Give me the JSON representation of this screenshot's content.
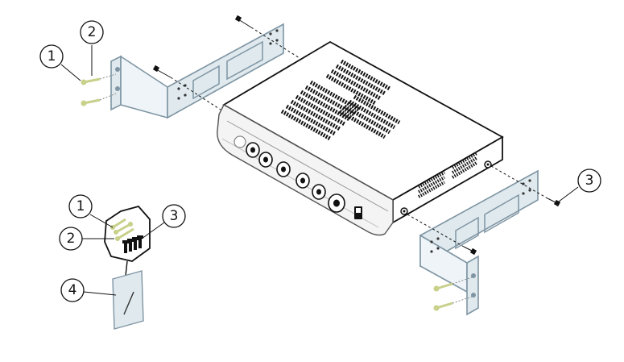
{
  "callouts": {
    "c1_left": "1",
    "c2_left": "2",
    "c3_right": "3",
    "c1_bag": "1",
    "c2_bag": "2",
    "c3_bag": "3",
    "c4_bag": "4"
  },
  "colors": {
    "line": "#111111",
    "bracket_fill": "#dfe9ee",
    "bracket_stroke": "#7f95a3",
    "screw_green": "#c8d08a",
    "device_top": "#ffffff",
    "device_front": "#f2f2f2",
    "vent": "#111111"
  }
}
